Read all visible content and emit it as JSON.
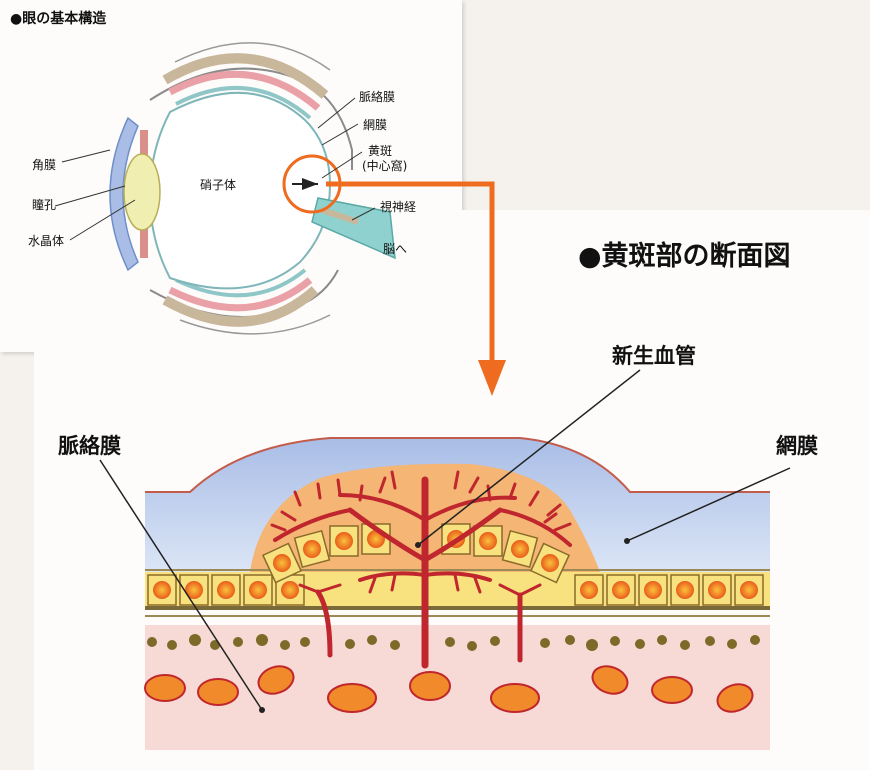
{
  "top": {
    "title": "●眼の基本構造",
    "labels": {
      "choroid": "脈絡膜",
      "retina": "網膜",
      "macula": "黄斑",
      "fovea": "(中心窩)",
      "vitreous": "硝子体",
      "cornea": "角膜",
      "pupil": "瞳孔",
      "lens": "水晶体",
      "optic_nerve": "視神経",
      "to_brain": "脳へ"
    }
  },
  "bottom": {
    "title": "●黄斑部の断面図",
    "labels": {
      "neovascular": "新生血管",
      "choroid": "脈絡膜",
      "retina": "網膜"
    }
  },
  "colors": {
    "retina_blue": "#b9c9ea",
    "orange_zone": "#f3b270",
    "vessel_red": "#c0262d",
    "rpe_yellow": "#f7e07a",
    "cell_orange": "#f08a2a",
    "choroid_pink": "#f6d6d3",
    "pointer_orange": "#ee6b1f"
  }
}
